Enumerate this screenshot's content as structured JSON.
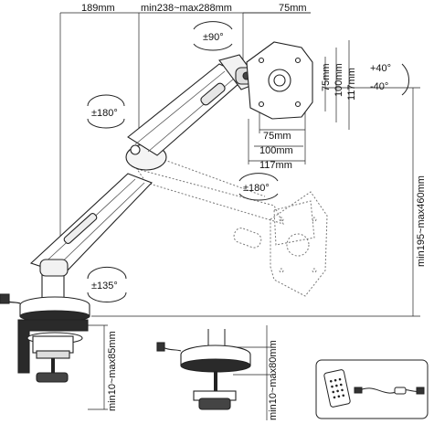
{
  "dimensions": {
    "base_offset": "189mm",
    "arm_reach": "min238~max288mm",
    "vesa_width_top": "75mm",
    "vesa_75_v1": "75mm",
    "vesa_100_v": "100mm",
    "vesa_117_v": "117mm",
    "vesa_75_h": "75mm",
    "vesa_100_h": "100mm",
    "vesa_117_h": "117mm",
    "height_range": "min195~max460mm",
    "desk_clamp_range": "min10~max85mm",
    "grommet_range": "min10~max80mm"
  },
  "rotations": {
    "swivel_head": "±90°",
    "upper_joint": "±180°",
    "mid_joint": "±180°",
    "base_joint": "±135°",
    "tilt_up": "+40°",
    "tilt_down": "-40°"
  }
}
